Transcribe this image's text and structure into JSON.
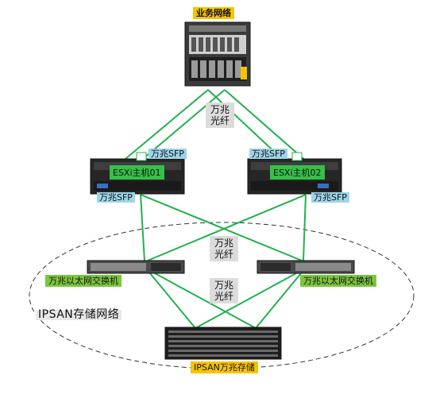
{
  "nodes": {
    "business_network": "业务网络",
    "host1": "ESXi主机01",
    "host2": "ESXi主机02",
    "switch_left": "万兆以太网交换机",
    "switch_right": "万兆以太网交换机",
    "storage": "IPSAN万兆存储"
  },
  "labels": {
    "fiber_top_l1": "万兆",
    "fiber_top_l2": "光纤",
    "sfp_h1_top": "万兆SFP",
    "sfp_h2_top": "万兆SFP",
    "sfp_h1_bottom": "万兆SFP",
    "sfp_h2_bottom": "万兆SFP",
    "fiber_mid_l1": "万兆",
    "fiber_mid_l2": "光纤",
    "fiber_low_l1": "万兆",
    "fiber_low_l2": "光纤",
    "ipsan_network": "IPSAN存储网络"
  },
  "colors": {
    "link": "#22b14c",
    "device": "#2b2b2b",
    "label_yellow": "#f7c400",
    "label_green": "#7cc63e",
    "label_blue": "#9cd4e8"
  }
}
